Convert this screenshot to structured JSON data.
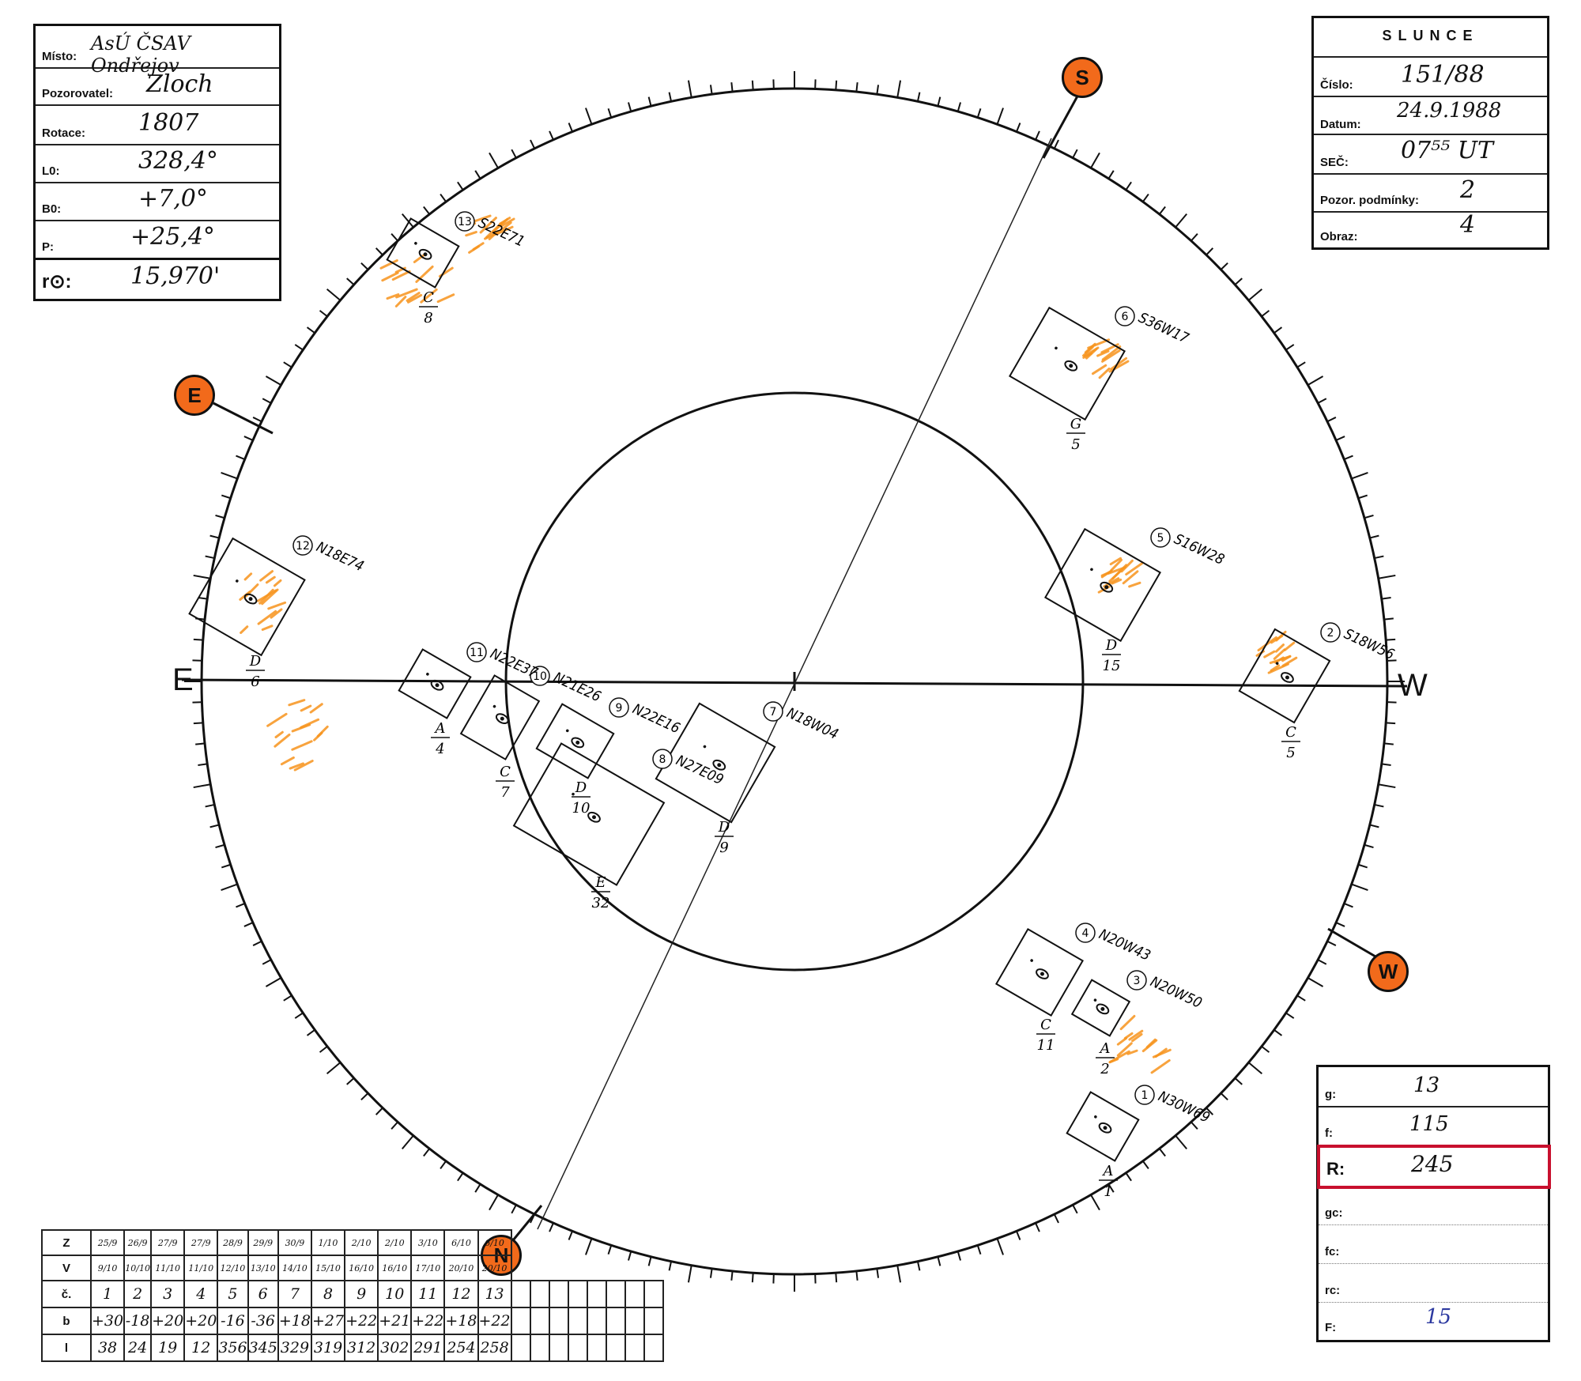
{
  "info_box": {
    "misto_label": "Místo:",
    "misto": "AsÚ ČSAV Ondřejov",
    "pozorovatel_label": "Pozorovatel:",
    "pozorovatel": "Zloch",
    "rotace_label": "Rotace:",
    "rotace": "1807",
    "l0_label": "L0:",
    "l0": "328,4°",
    "b0_label": "B0:",
    "b0": "+7,0°",
    "p_label": "P:",
    "p": "+25,4°",
    "r0_label": "r⊙:",
    "r0": "15,970'"
  },
  "slunce_box": {
    "title": "SLUNCE",
    "cislo_label": "Číslo:",
    "cislo": "151/88",
    "datum_label": "Datum:",
    "datum": "24.9.1988",
    "sec_label": "SEČ:",
    "sec": "07⁵⁵ UT",
    "podminky_label": "Pozor. podmínky:",
    "podminky": "2",
    "obraz_label": "Obraz:",
    "obraz": "4"
  },
  "summary_box": {
    "g_label": "g:",
    "g": "13",
    "f_label": "f:",
    "f": "115",
    "R_label": "R:",
    "R": "245",
    "gc_label": "gc:",
    "fc_label": "fc:",
    "rc_label": "rc:",
    "F_label": "F:",
    "F": "15",
    "highlight_color": "#c8102e"
  },
  "compass": {
    "S": "S",
    "E": "E",
    "W": "W",
    "N": "N",
    "axis_E": "E",
    "axis_W": "W",
    "marker_color": "#f26a1b"
  },
  "groups": [
    {
      "num": "1",
      "coord": "N30W69",
      "cls": "A",
      "count": "1"
    },
    {
      "num": "2",
      "coord": "S18W56",
      "cls": "C",
      "count": "5"
    },
    {
      "num": "3",
      "coord": "N20W50",
      "cls": "A",
      "count": "2"
    },
    {
      "num": "4",
      "coord": "N20W43",
      "cls": "C",
      "count": "11"
    },
    {
      "num": "5",
      "coord": "S16W28",
      "cls": "D",
      "count": "15"
    },
    {
      "num": "6",
      "coord": "S36W17",
      "cls": "G",
      "count": "5"
    },
    {
      "num": "7",
      "coord": "N18W04",
      "cls": "D",
      "count": "9"
    },
    {
      "num": "8",
      "coord": "N27E09",
      "cls": "E",
      "count": "32"
    },
    {
      "num": "9",
      "coord": "N22E16",
      "cls": "D",
      "count": "10"
    },
    {
      "num": "10",
      "coord": "N21E26",
      "cls": "C",
      "count": "7"
    },
    {
      "num": "11",
      "coord": "N22E37",
      "cls": "A",
      "count": "4"
    },
    {
      "num": "12",
      "coord": "N18E74",
      "cls": "D",
      "count": "6"
    },
    {
      "num": "13",
      "coord": "S22E71",
      "cls": "C",
      "count": "8"
    }
  ],
  "bottom_table": {
    "row_labels": [
      "Z",
      "V",
      "č.",
      "b",
      "l"
    ],
    "Z": [
      "25/9",
      "26/9",
      "27/9",
      "27/9",
      "28/9",
      "29/9",
      "30/9",
      "1/10",
      "2/10",
      "2/10",
      "3/10",
      "6/10",
      "6/10"
    ],
    "V": [
      "9/10",
      "10/10",
      "11/10",
      "11/10",
      "12/10",
      "13/10",
      "14/10",
      "15/10",
      "16/10",
      "16/10",
      "17/10",
      "20/10",
      "20/10"
    ],
    "c": [
      "1",
      "2",
      "3",
      "4",
      "5",
      "6",
      "7",
      "8",
      "9",
      "10",
      "11",
      "12",
      "13"
    ],
    "b": [
      "+30",
      "-18",
      "+20",
      "+20",
      "-16",
      "-36",
      "+18",
      "+27",
      "+22",
      "+21",
      "+22",
      "+18",
      "+22"
    ],
    "l": [
      "38",
      "24",
      "19",
      "12",
      "356",
      "345",
      "329",
      "319",
      "312",
      "302",
      "291",
      "254",
      "258"
    ]
  }
}
